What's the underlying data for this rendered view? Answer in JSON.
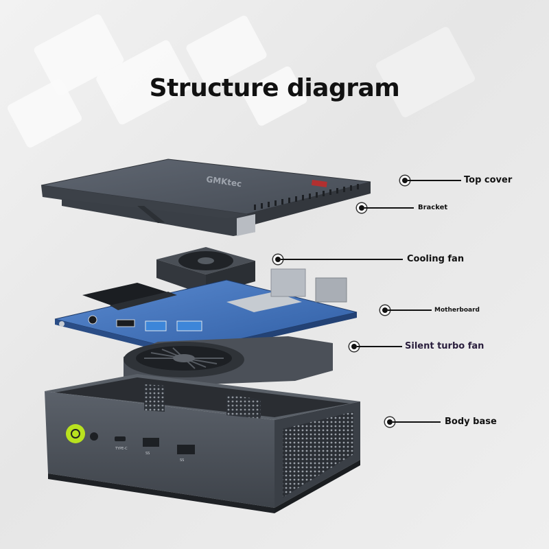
{
  "title": "Structure diagram",
  "device": {
    "brand_mark": "GMKtec",
    "port_labels": {
      "type_c": "TYPE-C",
      "usb_a_1": "SS",
      "usb_a_2": "SS"
    },
    "power_button_color": "#b9e21f"
  },
  "callouts": [
    {
      "label": "Top cover"
    },
    {
      "label": "Bracket"
    },
    {
      "label": "Cooling fan"
    },
    {
      "label": "Motherboard"
    },
    {
      "label": "Silent turbo fan"
    },
    {
      "label": "Body base"
    }
  ],
  "colors": {
    "accent_label": "#2a1e3d",
    "board": "#3f6fb8",
    "chassis": "#50565f"
  }
}
